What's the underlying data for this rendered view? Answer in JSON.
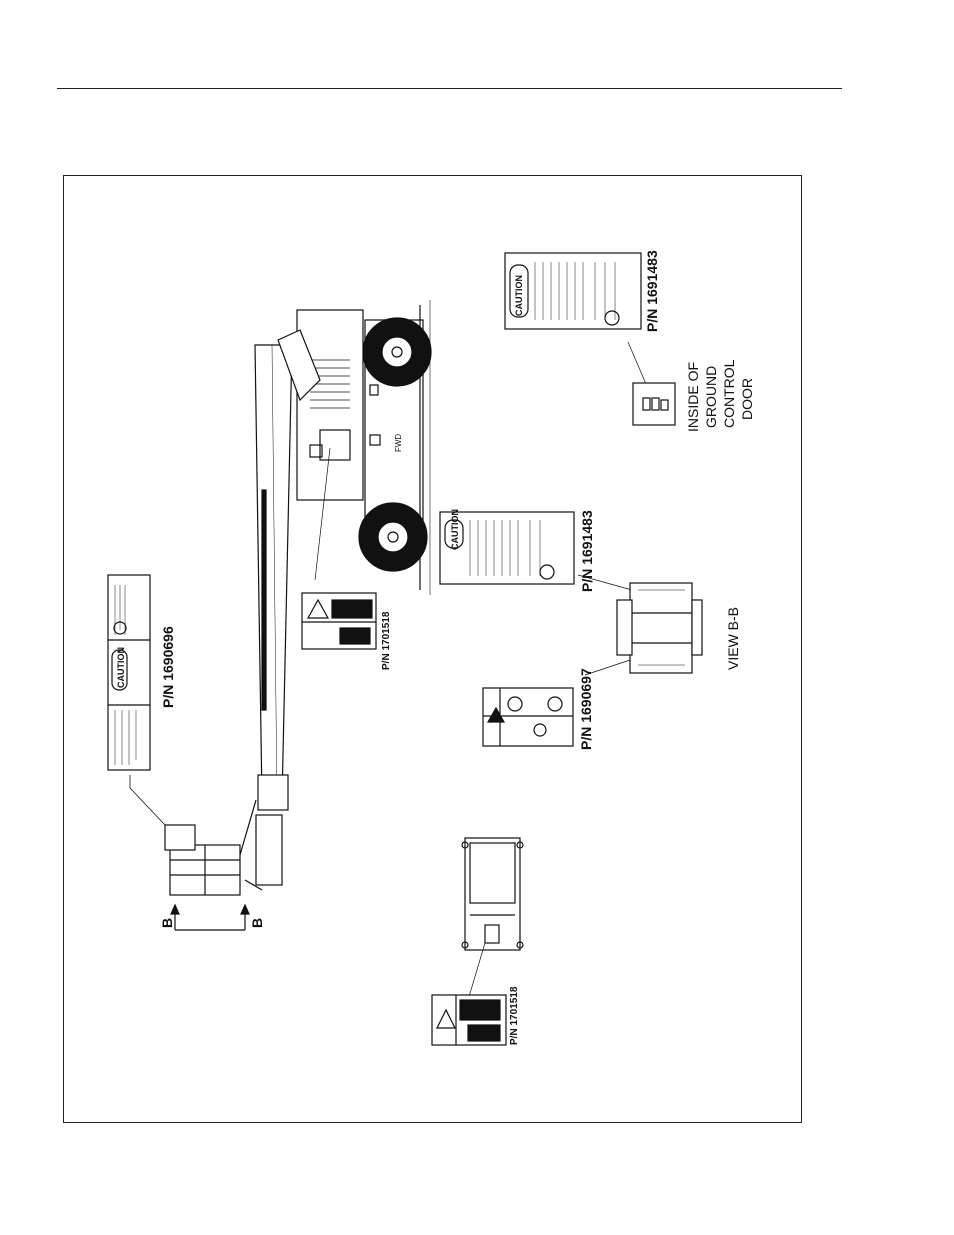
{
  "labels": {
    "pn_1690696": "P/N 1690696",
    "pn_1701518_top": "P/N 1701518",
    "pn_1691483_top": "P/N 1691483",
    "pn_1691483_mid": "P/N 1691483",
    "pn_1690697": "P/N 1690697",
    "pn_1701518_bottom": "P/N 1701518",
    "view_bb": "VIEW B-B",
    "section_b_left": "B",
    "section_b_right": "B",
    "door_line1": "INSIDE OF",
    "door_line2": "GROUND",
    "door_line3": "CONTROL",
    "door_line4": "DOOR",
    "caution_1": "CAUTION",
    "caution_2": "CAUTION",
    "caution_3": "CAUTION",
    "fwd": "FWD"
  },
  "colors": {
    "line": "#111111",
    "tire": "#111111",
    "paper": "#ffffff"
  }
}
